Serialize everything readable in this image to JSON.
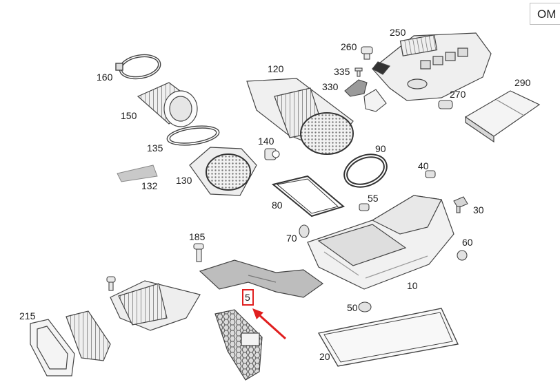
{
  "corner_badge": {
    "text": "OM"
  },
  "callouts": {
    "p250": "250",
    "p260": "260",
    "p335": "335",
    "p330": "330",
    "p270": "270",
    "p290": "290",
    "p160": "160",
    "p120": "120",
    "p150": "150",
    "p135": "135",
    "p140": "140",
    "p90": "90",
    "p132": "132",
    "p130": "130",
    "p40": "40",
    "p80": "80",
    "p55": "55",
    "p30": "30",
    "p185": "185",
    "p70": "70",
    "p60": "60",
    "p5": "5",
    "p10": "10",
    "p215": "215",
    "p50": "50",
    "p20": "20"
  },
  "highlight": {
    "part": "5",
    "color": "#e01f1f"
  }
}
